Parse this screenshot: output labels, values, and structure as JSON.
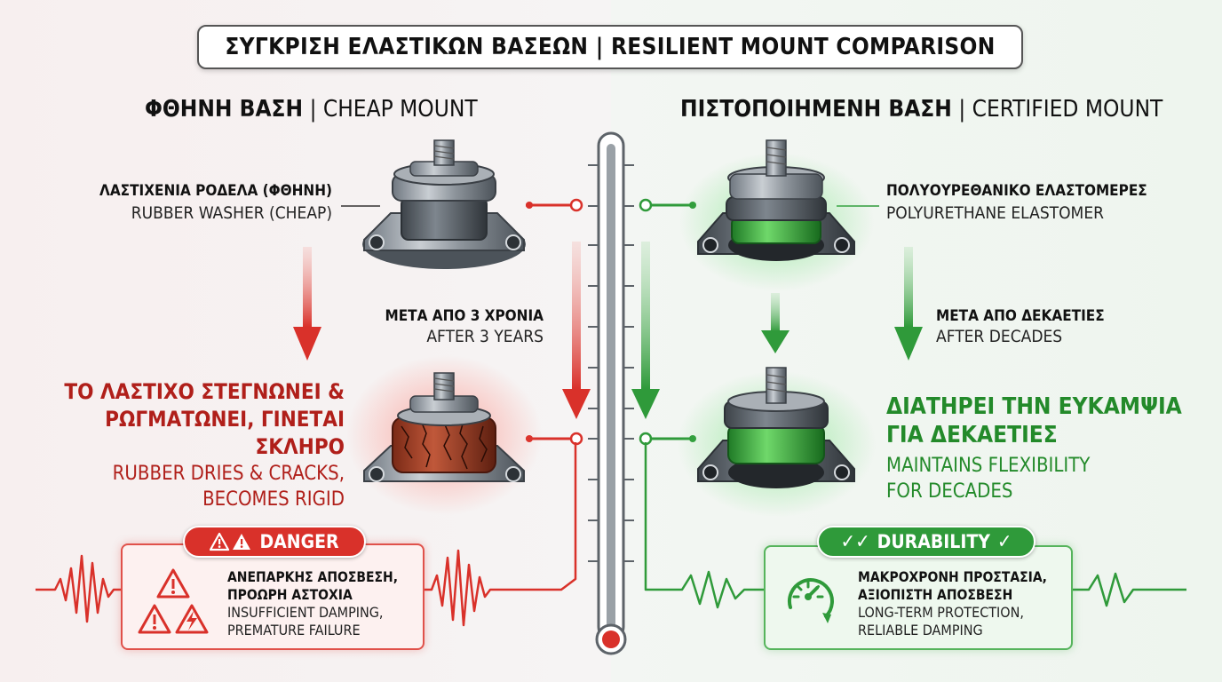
{
  "title": "ΣΥΓΚΡΙΣΗ ΕΛΑΣΤΙΚΩΝ ΒΑΣΕΩΝ | RESILIENT MOUNT COMPARISON",
  "left": {
    "heading_gr": "ΦΘΗΝΗ ΒΑΣΗ",
    "heading_en": "| CHEAP MOUNT",
    "part_label_gr": "ΛΑΣΤΙΧΕΝΙΑ ΡΟΔΕΛΑ (ΦΘΗΝΗ)",
    "part_label_en": "RUBBER WASHER (CHEAP)",
    "time_gr": "ΜΕΤΑ ΑΠΟ 3 ΧΡΟΝΙΑ",
    "time_en": "AFTER 3 YEARS",
    "result_gr_1": "ΤΟ ΛΑΣΤΙΧΟ ΣΤΕΓΝΩΝΕΙ &",
    "result_gr_2": "ΡΩΓΜΑΤΩΝΕΙ, ΓΙΝΕΤΑΙ",
    "result_gr_3": "ΣΚΛΗΡΟ",
    "result_en_1": "RUBBER DRIES & CRACKS,",
    "result_en_2": "BECOMES RIGID",
    "badge": "DANGER",
    "box_gr_1": "ΑΝΕΠΑΡΚΗΣ ΑΠΟΣΒΕΣΗ,",
    "box_gr_2": "ΠΡΟΩΡΗ ΑΣΤΟΧΙΑ",
    "box_en_1": "INSUFFICIENT DAMPING,",
    "box_en_2": "PREMATURE FAILURE",
    "color": "#d9312a"
  },
  "right": {
    "heading_gr": "ΠΙΣΤΟΠΟΙΗΜΕΝΗ ΒΑΣΗ",
    "heading_en": "| CERTIFIED MOUNT",
    "part_label_gr": "ΠΟΛΥΟΥΡΕΘΑΝΙΚΟ ΕΛΑΣΤΟΜΕΡΕΣ",
    "part_label_en": "POLYURETHANE ELASTOMER",
    "time_gr": "ΜΕΤΑ ΑΠΟ ΔΕΚΑΕΤΙΕΣ",
    "time_en": "AFTER DECADES",
    "result_gr_1": "ΔΙΑΤΗΡΕΙ ΤΗΝ ΕΥΚΑΜΨΙΑ",
    "result_gr_2": "ΓΙΑ ΔΕΚΑΕΤΙΕΣ",
    "result_en_1": "MAINTAINS FLEXIBILITY",
    "result_en_2": "FOR DECADES",
    "badge": "DURABILITY",
    "box_gr_1": "ΜΑΚΡΟΧΡΟΝΗ ΠΡΟΣΤΑΣΙΑ,",
    "box_gr_2": "ΑΞΙΟΠΙΣΤΗ ΑΠΟΣΒΕΣΗ",
    "box_en_1": "LONG-TERM PROTECTION,",
    "box_en_2": "RELIABLE DAMPING",
    "color": "#2f9a3a"
  },
  "icons": [
    "warning-icon",
    "lightning-icon",
    "check-icon",
    "gauge-icon",
    "thermometer-icon",
    "mount-icon",
    "waveform-icon"
  ]
}
